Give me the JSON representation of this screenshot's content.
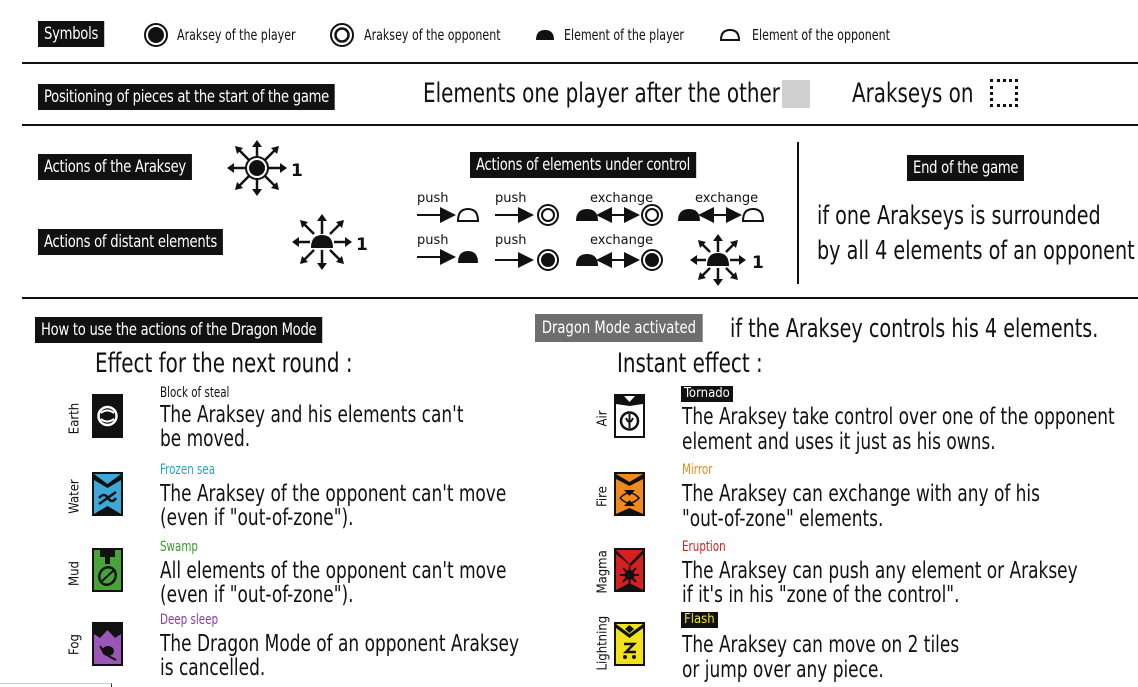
{
  "symbols": {
    "tag": "Symbols",
    "items": [
      "Araksey of the player",
      "Araksey of the opponent",
      "Element of the player",
      "Element of the opponent"
    ]
  },
  "positioning": {
    "tag": "Positioning of pieces at the start of the game",
    "elements_text": "Elements one player after the other",
    "arakseys_text": "Arakseys on"
  },
  "actions": {
    "araksey_tag": "Actions of the Araksey",
    "distant_tag": "Actions of distant elements",
    "under_control_tag": "Actions of elements under control",
    "count": "1",
    "labels": [
      "push",
      "push",
      "exchange",
      "exchange",
      "push",
      "push",
      "exchange"
    ]
  },
  "end": {
    "tag": "End of the game",
    "line1": "if one Arakseys is surrounded",
    "line2": "by all 4 elements of an opponent"
  },
  "dragon": {
    "tag": "How to use the actions of the Dragon Mode",
    "activated_tag": "Dragon Mode activated",
    "activated_text": "if the Araksey controls his 4 elements.",
    "next_round_title": "Effect for the next round :",
    "instant_title": "Instant effect :",
    "next_round": [
      {
        "element": "Earth",
        "name": "Block of steal",
        "name_color": "#111111",
        "tile_color": "#111111",
        "desc1": "The Araksey and his elements can't",
        "desc2": "be moved."
      },
      {
        "element": "Water",
        "name": "Frozen sea",
        "name_color": "#2aa0c8",
        "tile_color": "#3ea9d9",
        "desc1": "The Araksey of the opponent can't move",
        "desc2": "(even if \"out-of-zone\")."
      },
      {
        "element": "Mud",
        "name": "Swamp",
        "name_color": "#3a9a2e",
        "tile_color": "#4aa33a",
        "desc1": "All elements of the opponent can't move",
        "desc2": "(even if \"out-of-zone\")."
      },
      {
        "element": "Fog",
        "name": "Deep sleep",
        "name_color": "#8a3aa8",
        "tile_color": "#9a57b8",
        "desc1": "The Dragon Mode of an opponent Araksey",
        "desc2": "is cancelled."
      }
    ],
    "instant": [
      {
        "element": "Air",
        "name": "Tornado",
        "name_color": "#ffffff",
        "name_bg": "#111111",
        "tile_color": "#ffffff",
        "desc1": "The Araksey take control over one of the opponent",
        "desc2": "element and uses it just as his owns."
      },
      {
        "element": "Fire",
        "name": "Mirror",
        "name_color": "#e8891a",
        "name_bg": "",
        "tile_color": "#f08a1c",
        "desc1": "The Araksey can exchange with any of his",
        "desc2": "\"out-of-zone\" elements."
      },
      {
        "element": "Magma",
        "name": "Eruption",
        "name_color": "#d42020",
        "name_bg": "",
        "tile_color": "#d42020",
        "desc1": "The Araksey can push any element or Araksey",
        "desc2": "if it's in his \"zone of the control\"."
      },
      {
        "element": "Lightning",
        "name": "Flash",
        "name_color": "#111111",
        "name_bg": "#f2e21a",
        "tile_color": "#f2e21a",
        "desc1": "The Araksey can move on 2 tiles",
        "desc2": "or jump over any piece."
      }
    ]
  }
}
